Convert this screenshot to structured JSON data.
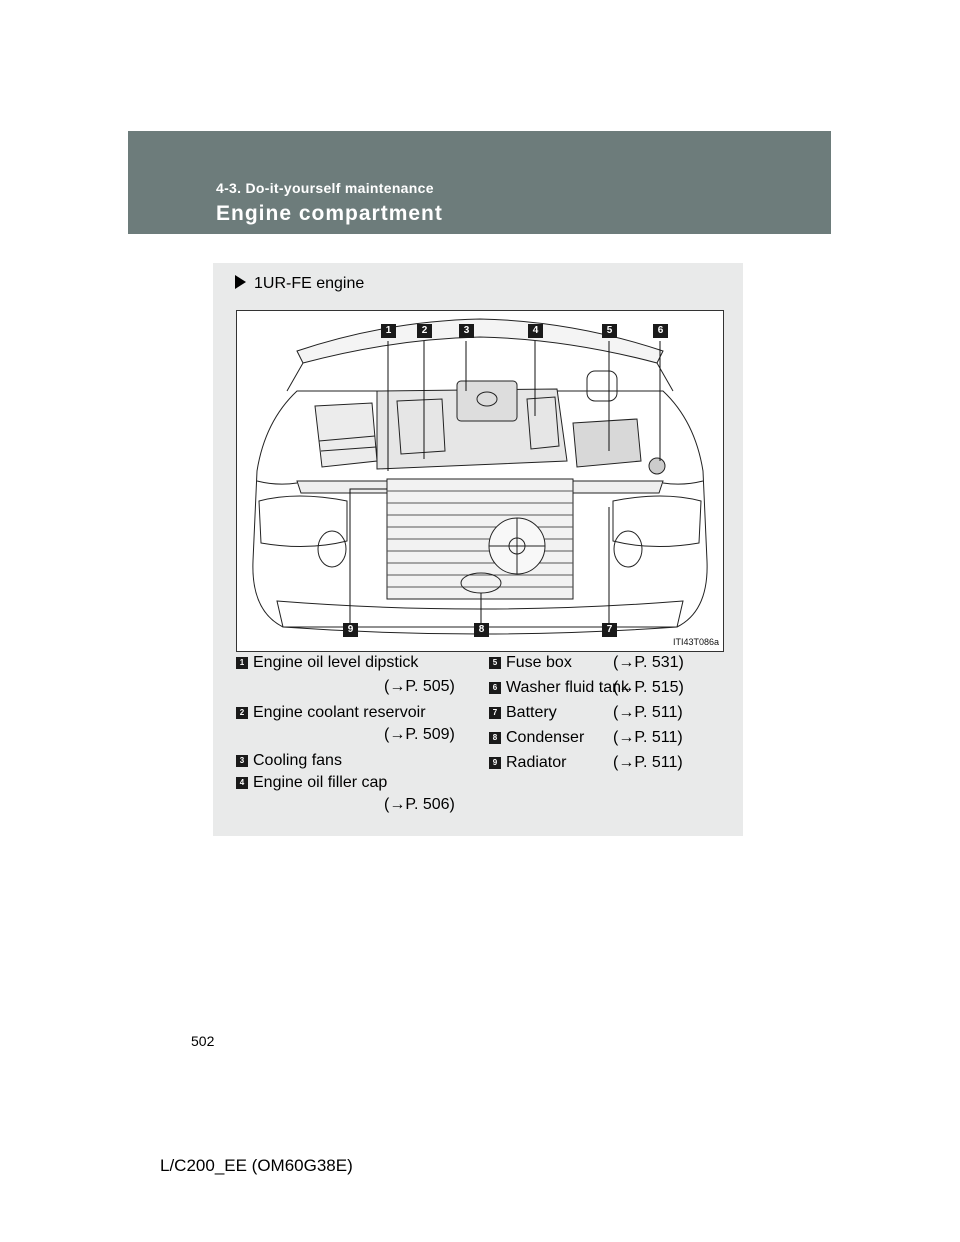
{
  "header": {
    "section": "4-3. Do-it-yourself maintenance",
    "title": "Engine compartment"
  },
  "engine_label": "1UR-FE engine",
  "figure": {
    "code": "ITI43T086a",
    "callouts": [
      "1",
      "2",
      "3",
      "4",
      "5",
      "6",
      "7",
      "8",
      "9"
    ]
  },
  "legend": [
    {
      "num": "1",
      "name": "Engine oil level dipstick",
      "ref": "(→P. 505)"
    },
    {
      "num": "2",
      "name": "Engine coolant reservoir",
      "ref": "(→P. 509)"
    },
    {
      "num": "3",
      "name": "Cooling fans",
      "ref": ""
    },
    {
      "num": "4",
      "name": "Engine oil filler cap",
      "ref": "(→P. 506)"
    },
    {
      "num": "5",
      "name": "Fuse box",
      "ref": "(→P. 531)"
    },
    {
      "num": "6",
      "name": "Washer fluid tank",
      "ref": "(→P. 515)"
    },
    {
      "num": "7",
      "name": "Battery",
      "ref": "(→P. 511)"
    },
    {
      "num": "8",
      "name": "Condenser",
      "ref": "(→P. 511)"
    },
    {
      "num": "9",
      "name": "Radiator",
      "ref": "(→P. 511)"
    }
  ],
  "page_number": "502",
  "footer": "L/C200_EE (OM60G38E)"
}
